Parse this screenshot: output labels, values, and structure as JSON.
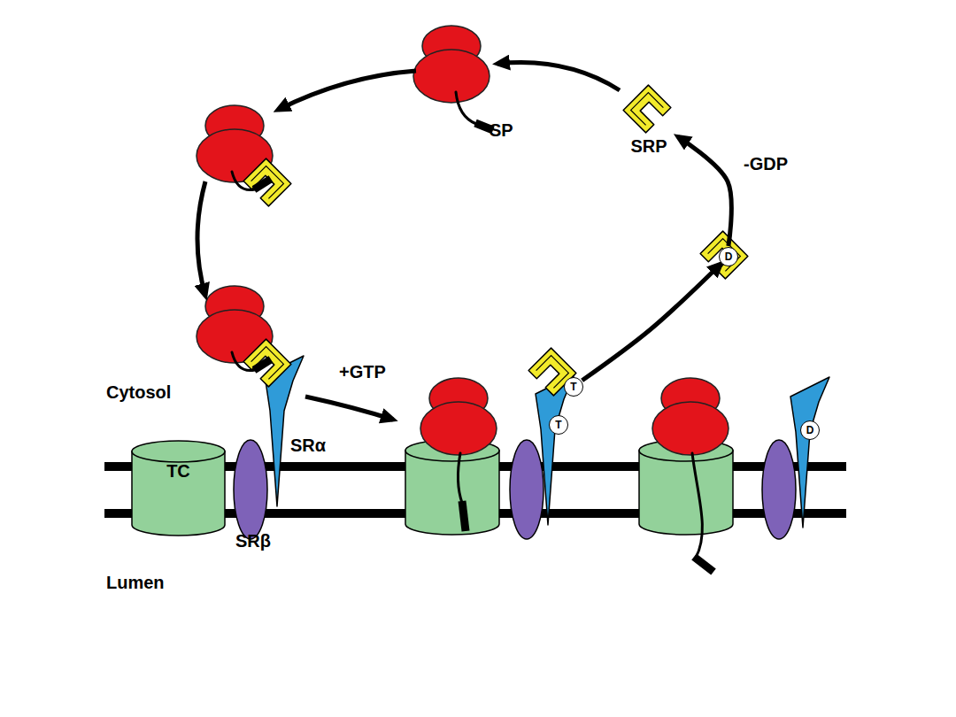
{
  "diagram": {
    "nodes": [
      {
        "text": [
          "SRP"
        ]
      },
      {
        "text": [
          "D"
        ]
      },
      {
        "text": [
          "T"
        ]
      },
      {
        "text": [
          "T"
        ]
      },
      {
        "text": [
          "D"
        ]
      },
      {
        "text": [
          "TC"
        ]
      }
    ],
    "edges": [
      {
        "from": 2,
        "to": 1,
        "arrow": "to"
      },
      {
        "from": 1,
        "to": 0,
        "label": "-GDP",
        "arrow": "to"
      }
    ],
    "labels": [
      "SP",
      "Cytosol",
      "+GTP",
      "SRα",
      "SRβ",
      "Lumen"
    ]
  }
}
